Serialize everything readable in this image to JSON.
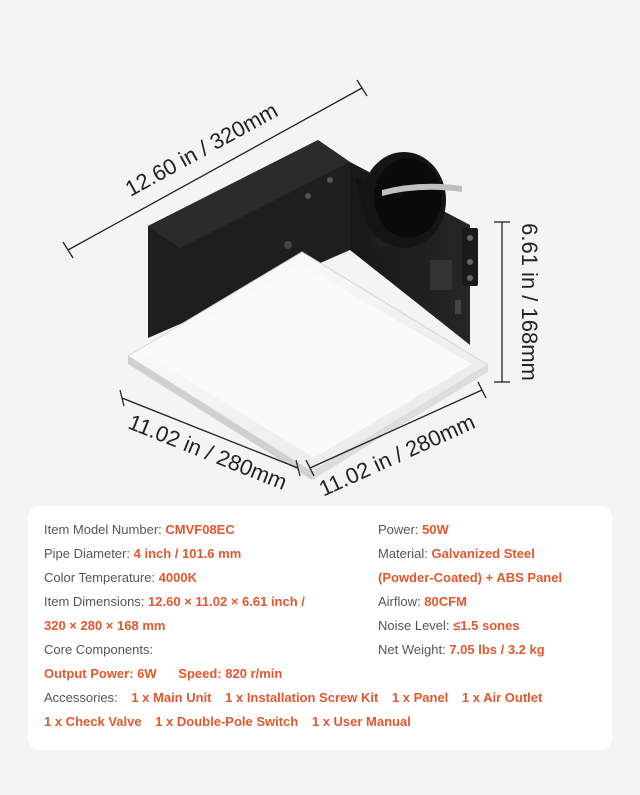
{
  "dimensions": {
    "length": "12.60 in / 320mm",
    "height": "6.61 in / 168mm",
    "width_left": "11.02 in / 280mm",
    "width_right": "11.02 in / 280mm"
  },
  "specs": {
    "model_label": "Item Model Number:",
    "model_value": "CMVF08EC",
    "pipe_label": "Pipe Diameter:",
    "pipe_value": "4 inch / 101.6 mm",
    "color_temp_label": "Color Temperature:",
    "color_temp_value": "4000K",
    "dims_label": "Item Dimensions:",
    "dims_value_1": "12.60 × 11.02 × 6.61 inch /",
    "dims_value_2": "320 × 280 × 168 mm",
    "core_label": "Core Components:",
    "output_power": "Output Power: 6W",
    "speed": "Speed: 820 r/min",
    "accessories_label": "Accessories:",
    "accessories": [
      "1 x Main Unit",
      "1 x Installation Screw Kit",
      "1 x Panel",
      "1 x Air Outlet",
      "1 x Check Valve",
      "1 x Double-Pole Switch",
      "1 x User Manual"
    ],
    "power_label": "Power:",
    "power_value": "50W",
    "material_label": "Material:",
    "material_value_1": "Galvanized Steel",
    "material_value_2": "(Powder-Coated) + ABS Panel",
    "airflow_label": "Airflow:",
    "airflow_value": "80CFM",
    "noise_label": "Noise Level:",
    "noise_value": "≤1.5 sones",
    "weight_label": "Net Weight:",
    "weight_value": "7.05 lbs / 3.2 kg"
  },
  "colors": {
    "accent": "#e5572d",
    "background": "#f4f4f4",
    "card": "#ffffff",
    "housing": "#1c1c1c"
  }
}
